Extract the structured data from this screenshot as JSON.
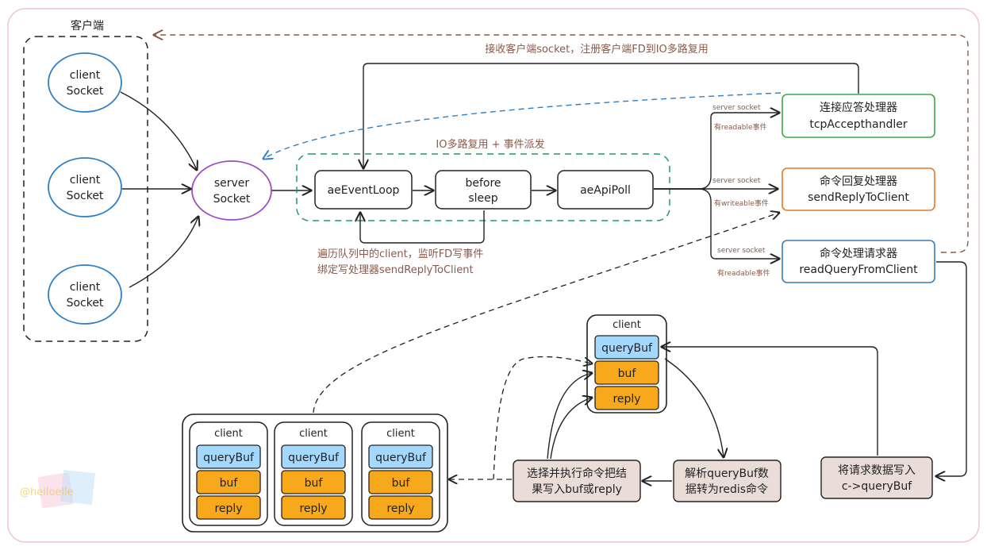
{
  "client_group": {
    "label": "客户端",
    "sockets": [
      {
        "line1": "client",
        "line2": "Socket"
      },
      {
        "line1": "client",
        "line2": "Socket"
      },
      {
        "line1": "client",
        "line2": "Socket"
      }
    ]
  },
  "server_socket": {
    "line1": "server",
    "line2": "Socket"
  },
  "event_loop": {
    "group_label": "IO多路复用 + 事件派发",
    "ae_event_loop": "aeEventLoop",
    "before_sleep": {
      "line1": "before",
      "line2": "sleep"
    },
    "ae_api_poll": "aeApiPoll"
  },
  "top_label": "接收客户端socket，注册客户端FD到IO多路复用",
  "loop_note": {
    "line1": "遍历队列中的client，监听FD写事件",
    "line2": "绑定写处理器sendReplyToClient"
  },
  "handlers": [
    {
      "line1": "连接应答处理器",
      "line2": "tcpAccepthandler",
      "event_top": "server socket",
      "event_bottom": "有readable事件",
      "color": "#3aa84a"
    },
    {
      "line1": "命令回复处理器",
      "line2": "sendReplyToClient",
      "event_top": "server socket",
      "event_bottom": "有writeable事件",
      "color": "#e8772e"
    },
    {
      "line1": "命令处理请求器",
      "line2": "readQueryFromClient",
      "event_top": "server socket",
      "event_bottom": "有readable事件",
      "color": "#2e7fc6"
    }
  ],
  "client_struct": {
    "title": "client",
    "query_buf": "queryBuf",
    "buf": "buf",
    "reply": "reply"
  },
  "client_list": [
    {
      "title": "client",
      "query_buf": "queryBuf",
      "buf": "buf",
      "reply": "reply"
    },
    {
      "title": "client",
      "query_buf": "queryBuf",
      "buf": "buf",
      "reply": "reply"
    },
    {
      "title": "client",
      "query_buf": "queryBuf",
      "buf": "buf",
      "reply": "reply"
    }
  ],
  "steps": {
    "execute": {
      "line1": "选择并执行命令把结",
      "line2": "果写入buf或reply"
    },
    "parse": {
      "line1": "解析queryBuf数",
      "line2": "据转为redis命令"
    },
    "write_query": {
      "line1": "将请求数据写入",
      "line2": "c->queryBuf"
    }
  },
  "watermark": "@helloelle",
  "colors": {
    "query_buf_fill": "#a5d8ff",
    "buf_fill": "#f7a81b",
    "step_fill": "#eaddd7",
    "client_ellipse": "#2e7fc6",
    "server_ellipse": "#9b4dbf",
    "loop_dash": "#1a9a6e",
    "accent_brown": "#8a5a4a"
  }
}
